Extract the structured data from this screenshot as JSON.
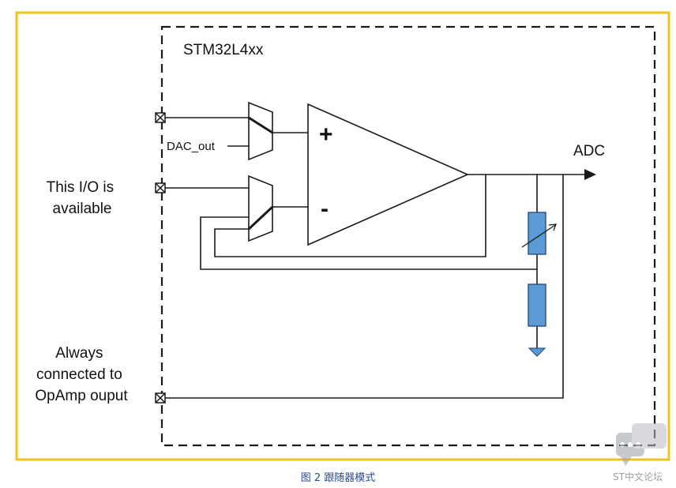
{
  "diagram": {
    "chip_label": "STM32L4xx",
    "plus_sign": "+",
    "minus_sign": "-",
    "dac_label": "DAC_out",
    "adc_label": "ADC",
    "io_label_lines": [
      "This I/O is",
      "available"
    ],
    "always_label_lines": [
      "Always",
      "connected to",
      "OpAmp ouput"
    ],
    "colors": {
      "frame": "#f2c31b",
      "wire": "#1a1a1a",
      "resistor": "#5b9bd5",
      "chip_border": "#1a1a1a"
    }
  },
  "caption": "图 2 跟随器模式",
  "watermark": {
    "text": "ST中文论坛",
    "icon": "chat-bubble-icon"
  }
}
